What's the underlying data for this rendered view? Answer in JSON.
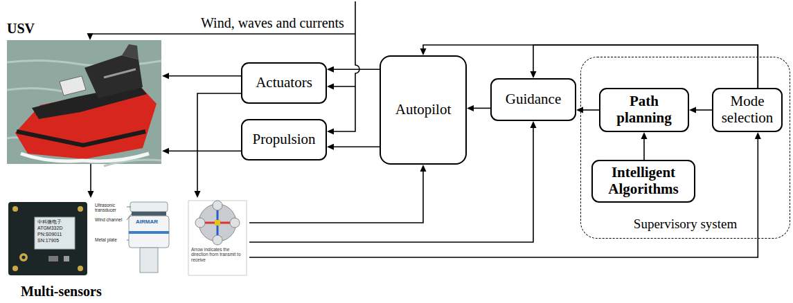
{
  "diagram": {
    "nodes": [
      {
        "text": [
          "USV"
        ]
      },
      {
        "text": [
          "Actuators"
        ]
      },
      {
        "text": [
          "Propulsion"
        ]
      },
      {
        "text": [
          "Autopilot"
        ]
      },
      {
        "text": [
          "Guidance"
        ]
      },
      {
        "text": [
          "Supervisory system"
        ]
      },
      {
        "text": [
          "Path planning"
        ],
        "in": 5
      },
      {
        "text": [
          "Mode selection"
        ],
        "in": 5
      },
      {
        "text": [
          "Intelligent Algorithms"
        ],
        "in": 5
      },
      {
        "text": [
          "Multi-sensors"
        ]
      }
    ],
    "edges": [
      {
        "from": 1,
        "to": 0,
        "arrow": "to"
      },
      {
        "from": 2,
        "to": 0,
        "arrow": "to"
      },
      {
        "from": 0,
        "to": 9,
        "arrow": "to"
      },
      {
        "from": 1,
        "to": 9,
        "arrow": "to"
      },
      {
        "from": 3,
        "to": 1,
        "arrow": "to"
      },
      {
        "from": 3,
        "to": 2,
        "arrow": "to"
      },
      {
        "from": 4,
        "to": 3,
        "arrow": "to"
      },
      {
        "from": 6,
        "to": 4,
        "arrow": "to"
      },
      {
        "from": 7,
        "to": 6,
        "arrow": "to"
      },
      {
        "from": 8,
        "to": 6,
        "arrow": "to"
      },
      {
        "from": 7,
        "to": 3,
        "arrow": "to"
      },
      {
        "from": 7,
        "to": 4,
        "arrow": "to"
      },
      {
        "from": 9,
        "to": 3,
        "arrow": "to"
      },
      {
        "from": 9,
        "to": 4,
        "arrow": "to"
      },
      {
        "from": 9,
        "to": 7,
        "arrow": "to"
      }
    ],
    "labels": [
      "Wind, waves and currents",
      "中科微电子",
      "ATGM332D",
      "PN:S09011",
      "SN:17905",
      "AIRMAR",
      "Ultrasonic transducer",
      "Wind channel",
      "Metal plate",
      "Arrow indicates the direction from transmit to receive"
    ]
  }
}
